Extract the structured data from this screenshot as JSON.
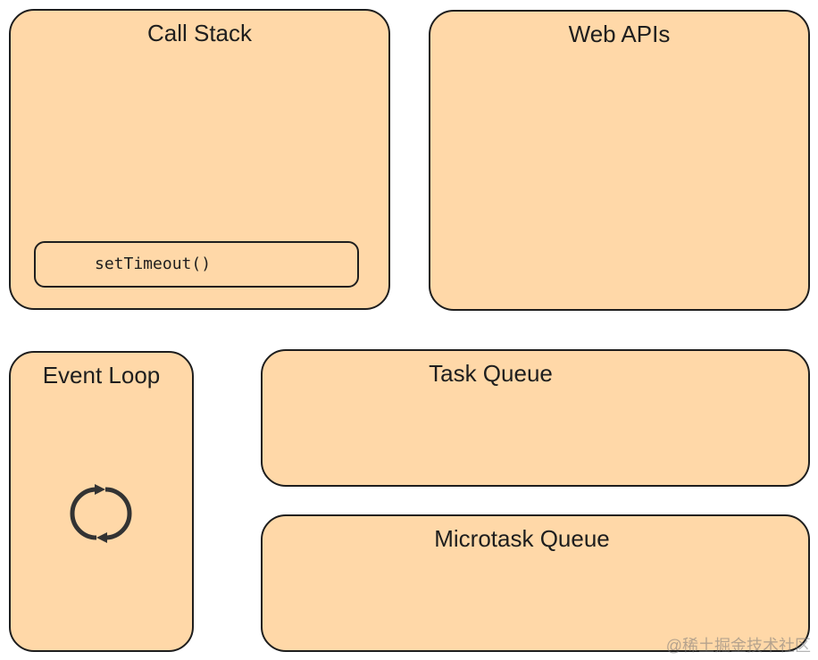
{
  "diagram": {
    "call_stack": {
      "title": "Call Stack",
      "frames": [
        "setTimeout()"
      ]
    },
    "web_apis": {
      "title": "Web APIs"
    },
    "event_loop": {
      "title": "Event Loop",
      "icon": "refresh-cycle-icon"
    },
    "task_queue": {
      "title": "Task Queue"
    },
    "microtask_queue": {
      "title": "Microtask Queue"
    },
    "watermark": "@稀土掘金技术社区"
  },
  "colors": {
    "panel_fill": "#ffd8a8",
    "stroke": "#1e1e1e"
  }
}
